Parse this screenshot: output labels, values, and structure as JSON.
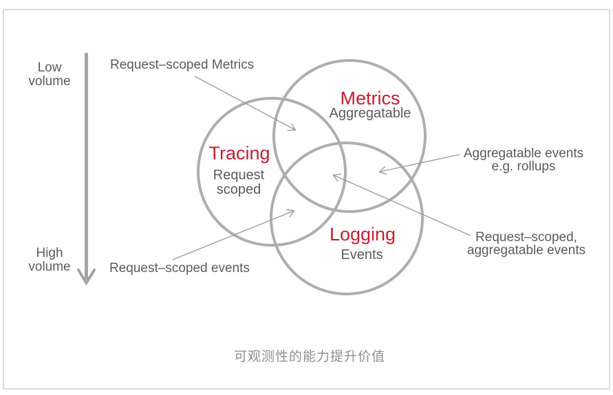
{
  "colors": {
    "accent_red": "#c41e30",
    "text_gray": "#5b5b5b",
    "circle_stroke": "#aeaeae",
    "arrow_gray": "#9c9c9c",
    "axis_arrow_gray": "#a4a4a4",
    "frame_border": "#d9d9d9",
    "footer_gray": "#8f8f8f"
  },
  "axis": {
    "low": {
      "line1": "Low",
      "line2": "volume"
    },
    "high": {
      "line1": "High",
      "line2": "volume"
    }
  },
  "venn": {
    "metrics": {
      "title": "Metrics",
      "subtitle": "Aggregatable"
    },
    "tracing": {
      "title": "Tracing",
      "subtitle_line1": "Request",
      "subtitle_line2": "scoped"
    },
    "logging": {
      "title": "Logging",
      "subtitle": "Events"
    }
  },
  "callouts": {
    "request_scoped_metrics": {
      "label": "Request–scoped Metrics"
    },
    "aggregatable_events": {
      "line1": "Aggregatable events",
      "line2": "e.g. rollups"
    },
    "request_scoped_aggregatable": {
      "line1": "Request–scoped,",
      "line2": "aggregatable events"
    },
    "request_scoped_events": {
      "label": "Request–scoped events"
    }
  },
  "footer": {
    "caption": "可观测性的能力提升价值"
  }
}
